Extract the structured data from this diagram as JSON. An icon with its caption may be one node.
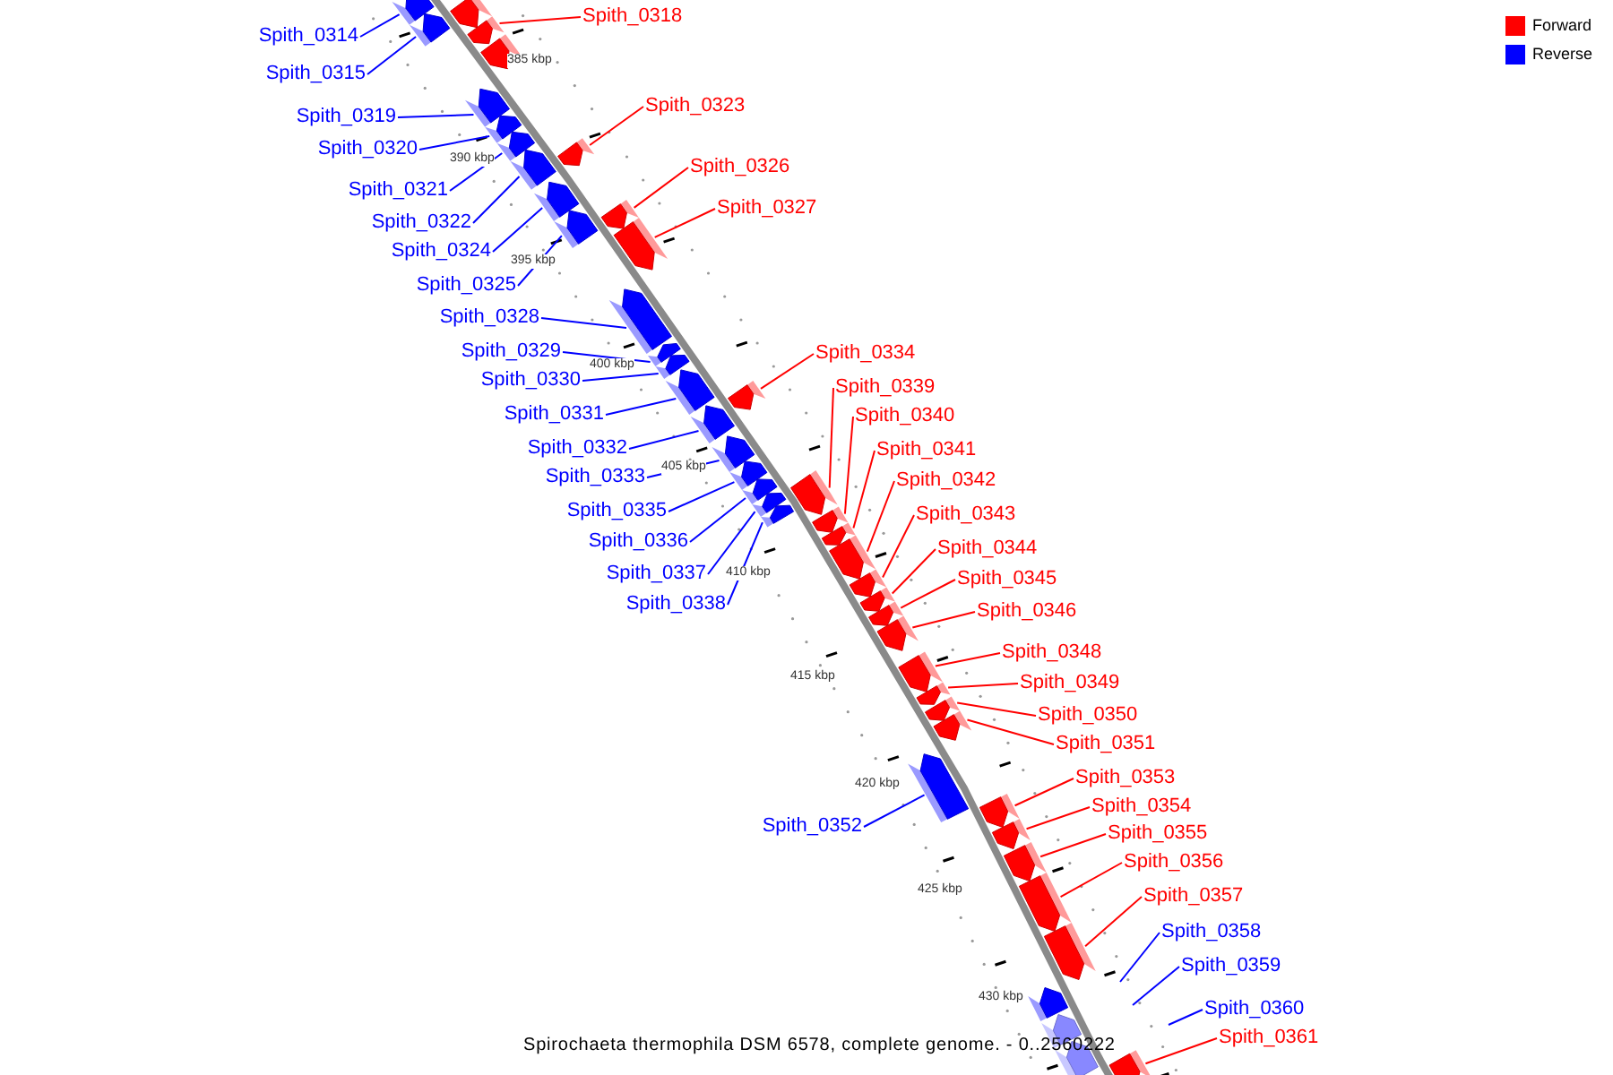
{
  "diagram": {
    "caption": "Spirochaeta thermophila DSM 6578, complete genome. - 0..2560222",
    "nodes": [
      {
        "text": [
          "Spith_0318"
        ]
      },
      {
        "text": [
          "Spith_0314"
        ]
      },
      {
        "text": [
          "Spith_0315"
        ]
      },
      {
        "text": [
          "Spith_0323"
        ]
      },
      {
        "text": [
          "Spith_0319"
        ]
      },
      {
        "text": [
          "Spith_0320"
        ]
      },
      {
        "text": [
          "Spith_0326"
        ]
      },
      {
        "text": [
          "Spith_0321"
        ]
      },
      {
        "text": [
          "Spith_0327"
        ]
      },
      {
        "text": [
          "Spith_0322"
        ]
      },
      {
        "text": [
          "Spith_0324"
        ]
      },
      {
        "text": [
          "Spith_0325"
        ]
      },
      {
        "text": [
          "Spith_0328"
        ]
      },
      {
        "text": [
          "Spith_0329"
        ]
      },
      {
        "text": [
          "Spith_0334"
        ]
      },
      {
        "text": [
          "Spith_0330"
        ]
      },
      {
        "text": [
          "Spith_0339"
        ]
      },
      {
        "text": [
          "Spith_0331"
        ]
      },
      {
        "text": [
          "Spith_0340"
        ]
      },
      {
        "text": [
          "Spith_0332"
        ]
      },
      {
        "text": [
          "Spith_0341"
        ]
      },
      {
        "text": [
          "Spith_0333"
        ]
      },
      {
        "text": [
          "Spith_0342"
        ]
      },
      {
        "text": [
          "Spith_0335"
        ]
      },
      {
        "text": [
          "Spith_0343"
        ]
      },
      {
        "text": [
          "Spith_0336"
        ]
      },
      {
        "text": [
          "Spith_0344"
        ]
      },
      {
        "text": [
          "Spith_0337"
        ]
      },
      {
        "text": [
          "Spith_0345"
        ]
      },
      {
        "text": [
          "Spith_0338"
        ]
      },
      {
        "text": [
          "Spith_0346"
        ]
      },
      {
        "text": [
          "Spith_0348"
        ]
      },
      {
        "text": [
          "Spith_0349"
        ]
      },
      {
        "text": [
          "Spith_0350"
        ]
      },
      {
        "text": [
          "Spith_0351"
        ]
      },
      {
        "text": [
          "Spith_0353"
        ]
      },
      {
        "text": [
          "Spith_0354"
        ]
      },
      {
        "text": [
          "Spith_0352"
        ]
      },
      {
        "text": [
          "Spith_0355"
        ]
      },
      {
        "text": [
          "Spith_0356"
        ]
      },
      {
        "text": [
          "Spith_0357"
        ]
      },
      {
        "text": [
          "Spith_0358"
        ]
      },
      {
        "text": [
          "Spith_0359"
        ]
      },
      {
        "text": [
          "Spith_0360"
        ]
      },
      {
        "text": [
          "Spith_0361"
        ]
      },
      {
        "text": [],
        "shape": "bar"
      },
      {
        "text": [],
        "shape": "bar"
      },
      {
        "text": [],
        "shape": "bar"
      },
      {
        "text": [],
        "shape": "bar"
      },
      {
        "text": [],
        "shape": "bar"
      },
      {
        "text": [],
        "shape": "bar"
      },
      {
        "text": [],
        "shape": "bar"
      },
      {
        "text": [],
        "shape": "bar"
      },
      {
        "text": [],
        "shape": "bar"
      },
      {
        "text": [],
        "shape": "bar"
      },
      {
        "text": [],
        "shape": "bar"
      },
      {
        "text": [],
        "shape": "bar"
      },
      {
        "text": [],
        "shape": "bar"
      },
      {
        "text": [],
        "shape": "bar"
      },
      {
        "text": [],
        "shape": "bar"
      },
      {
        "text": [],
        "shape": "bar"
      },
      {
        "text": [],
        "shape": "bar"
      },
      {
        "text": [],
        "shape": "bar"
      },
      {
        "text": [],
        "shape": "bar"
      },
      {
        "text": [],
        "shape": "bar"
      },
      {
        "text": [],
        "shape": "bar"
      },
      {
        "text": [],
        "shape": "bar"
      },
      {
        "text": [],
        "shape": "bar"
      },
      {
        "text": [],
        "shape": "bar"
      },
      {
        "text": [],
        "shape": "bar"
      },
      {
        "text": [],
        "shape": "bar"
      },
      {
        "text": [],
        "shape": "bar"
      },
      {
        "text": [],
        "shape": "bar"
      },
      {
        "text": [],
        "shape": "bar"
      },
      {
        "text": [],
        "shape": "bar"
      },
      {
        "text": [],
        "shape": "bar"
      },
      {
        "text": [],
        "shape": "bar"
      },
      {
        "text": [],
        "shape": "bar"
      },
      {
        "text": [],
        "shape": "bar"
      },
      {
        "text": [],
        "shape": "bar"
      },
      {
        "text": [],
        "shape": "bar"
      },
      {
        "text": [],
        "shape": "bar"
      },
      {
        "text": [],
        "shape": "bar"
      },
      {
        "text": [],
        "shape": "bar"
      },
      {
        "text": [],
        "shape": "bar"
      },
      {
        "text": [],
        "shape": "bar"
      },
      {
        "text": [],
        "shape": "bar"
      },
      {
        "text": [],
        "shape": "bar"
      },
      {
        "text": [],
        "shape": "bar"
      },
      {
        "text": [],
        "shape": "bar"
      },
      {
        "text": [],
        "shape": "bar"
      },
      {
        "text": [],
        "shape": "bar"
      }
    ],
    "edges": [
      {
        "from": 0,
        "to": 48,
        "arrow": "none",
        "color": "#ff0000"
      },
      {
        "from": 1,
        "to": 45,
        "arrow": "none",
        "color": "#0000ff"
      },
      {
        "from": 2,
        "to": 47,
        "arrow": "none",
        "color": "#0000ff"
      },
      {
        "from": 3,
        "to": 53,
        "arrow": "none",
        "color": "#ff0000"
      },
      {
        "from": 4,
        "to": 50,
        "arrow": "none",
        "color": "#0000ff"
      },
      {
        "from": 5,
        "to": 51,
        "arrow": "none",
        "color": "#0000ff"
      },
      {
        "from": 6,
        "to": 57,
        "arrow": "none",
        "color": "#ff0000"
      },
      {
        "from": 7,
        "to": 52,
        "arrow": "none",
        "color": "#0000ff"
      },
      {
        "from": 8,
        "to": 58,
        "arrow": "none",
        "color": "#ff0000"
      },
      {
        "from": 9,
        "to": 54,
        "arrow": "none",
        "color": "#0000ff"
      },
      {
        "from": 10,
        "to": 55,
        "arrow": "none",
        "color": "#0000ff"
      },
      {
        "from": 11,
        "to": 56,
        "arrow": "none",
        "color": "#0000ff"
      },
      {
        "from": 12,
        "to": 59,
        "arrow": "none",
        "color": "#0000ff"
      },
      {
        "from": 13,
        "to": 60,
        "arrow": "none",
        "color": "#0000ff"
      },
      {
        "from": 14,
        "to": 63,
        "arrow": "none",
        "color": "#ff0000"
      },
      {
        "from": 15,
        "to": 61,
        "arrow": "none",
        "color": "#0000ff"
      },
      {
        "from": 16,
        "to": 70,
        "arrow": "none",
        "color": "#ff0000"
      },
      {
        "from": 17,
        "to": 62,
        "arrow": "none",
        "color": "#0000ff"
      },
      {
        "from": 18,
        "to": 71,
        "arrow": "none",
        "color": "#ff0000"
      },
      {
        "from": 19,
        "to": 64,
        "arrow": "none",
        "color": "#0000ff"
      },
      {
        "from": 20,
        "to": 72,
        "arrow": "none",
        "color": "#ff0000"
      },
      {
        "from": 21,
        "to": 65,
        "arrow": "none",
        "color": "#0000ff"
      },
      {
        "from": 22,
        "to": 73,
        "arrow": "none",
        "color": "#ff0000"
      },
      {
        "from": 23,
        "to": 66,
        "arrow": "none",
        "color": "#0000ff"
      },
      {
        "from": 24,
        "to": 74,
        "arrow": "none",
        "color": "#ff0000"
      },
      {
        "from": 25,
        "to": 67,
        "arrow": "none",
        "color": "#0000ff"
      },
      {
        "from": 26,
        "to": 75,
        "arrow": "none",
        "color": "#ff0000"
      },
      {
        "from": 27,
        "to": 68,
        "arrow": "none",
        "color": "#0000ff"
      },
      {
        "from": 28,
        "to": 76,
        "arrow": "none",
        "color": "#ff0000"
      },
      {
        "from": 29,
        "to": 69,
        "arrow": "none",
        "color": "#0000ff"
      },
      {
        "from": 30,
        "to": 77,
        "arrow": "none",
        "color": "#ff0000"
      },
      {
        "from": 31,
        "to": 78,
        "arrow": "none",
        "color": "#ff0000"
      },
      {
        "from": 32,
        "to": 79,
        "arrow": "none",
        "color": "#ff0000"
      },
      {
        "from": 33,
        "to": 80,
        "arrow": "none",
        "color": "#ff0000"
      },
      {
        "from": 34,
        "to": 81,
        "arrow": "none",
        "color": "#ff0000"
      },
      {
        "from": 35,
        "to": 83,
        "arrow": "none",
        "color": "#ff0000"
      },
      {
        "from": 36,
        "to": 84,
        "arrow": "none",
        "color": "#ff0000"
      },
      {
        "from": 37,
        "to": 82,
        "arrow": "none",
        "color": "#0000ff"
      },
      {
        "from": 38,
        "to": 85,
        "arrow": "none",
        "color": "#ff0000"
      },
      {
        "from": 39,
        "to": 86,
        "arrow": "none",
        "color": "#ff0000"
      },
      {
        "from": 40,
        "to": 87,
        "arrow": "none",
        "color": "#ff0000"
      },
      {
        "from": 41,
        "to": null,
        "arrow": "none",
        "color": "#0000ff"
      },
      {
        "from": 42,
        "to": null,
        "arrow": "none",
        "color": "#0000ff"
      },
      {
        "from": 43,
        "to": null,
        "arrow": "none",
        "color": "#0000ff"
      },
      {
        "from": 44,
        "to": 91,
        "arrow": "none",
        "color": "#ff0000"
      }
    ],
    "labels": [
      "385 kbp",
      "390 kbp",
      "395 kbp",
      "400 kbp",
      "405 kbp",
      "410 kbp",
      "415 kbp",
      "420 kbp",
      "425 kbp",
      "430 kbp"
    ],
    "legend": [
      {
        "text": "Forward",
        "color": "#ff0000"
      },
      {
        "text": "Reverse",
        "color": "#0000ff"
      }
    ]
  }
}
